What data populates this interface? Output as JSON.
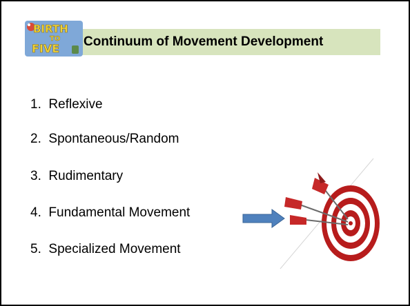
{
  "slide": {
    "title": "Continuum of Movement Development",
    "logo_text": {
      "line1": "BIRTH",
      "line2": "TO",
      "line3": "FIVE"
    },
    "items": [
      {
        "number": "1.",
        "label": "Reflexive"
      },
      {
        "number": "2.",
        "label": "Spontaneous/Random"
      },
      {
        "number": "3.",
        "label": "Rudimentary"
      },
      {
        "number": "4.",
        "label": "Fundamental Movement"
      },
      {
        "number": "5.",
        "label": "Specialized Movement"
      }
    ],
    "arrow_icon": "right-arrow-icon",
    "target_icon": "bullseye-with-darts-icon"
  },
  "colors": {
    "title_bar": "#d7e4bd",
    "logo_bg": "#7fa8d8",
    "logo_text": "#f0d43a",
    "arrow": "#4f81bd",
    "target": "#c0392b"
  }
}
